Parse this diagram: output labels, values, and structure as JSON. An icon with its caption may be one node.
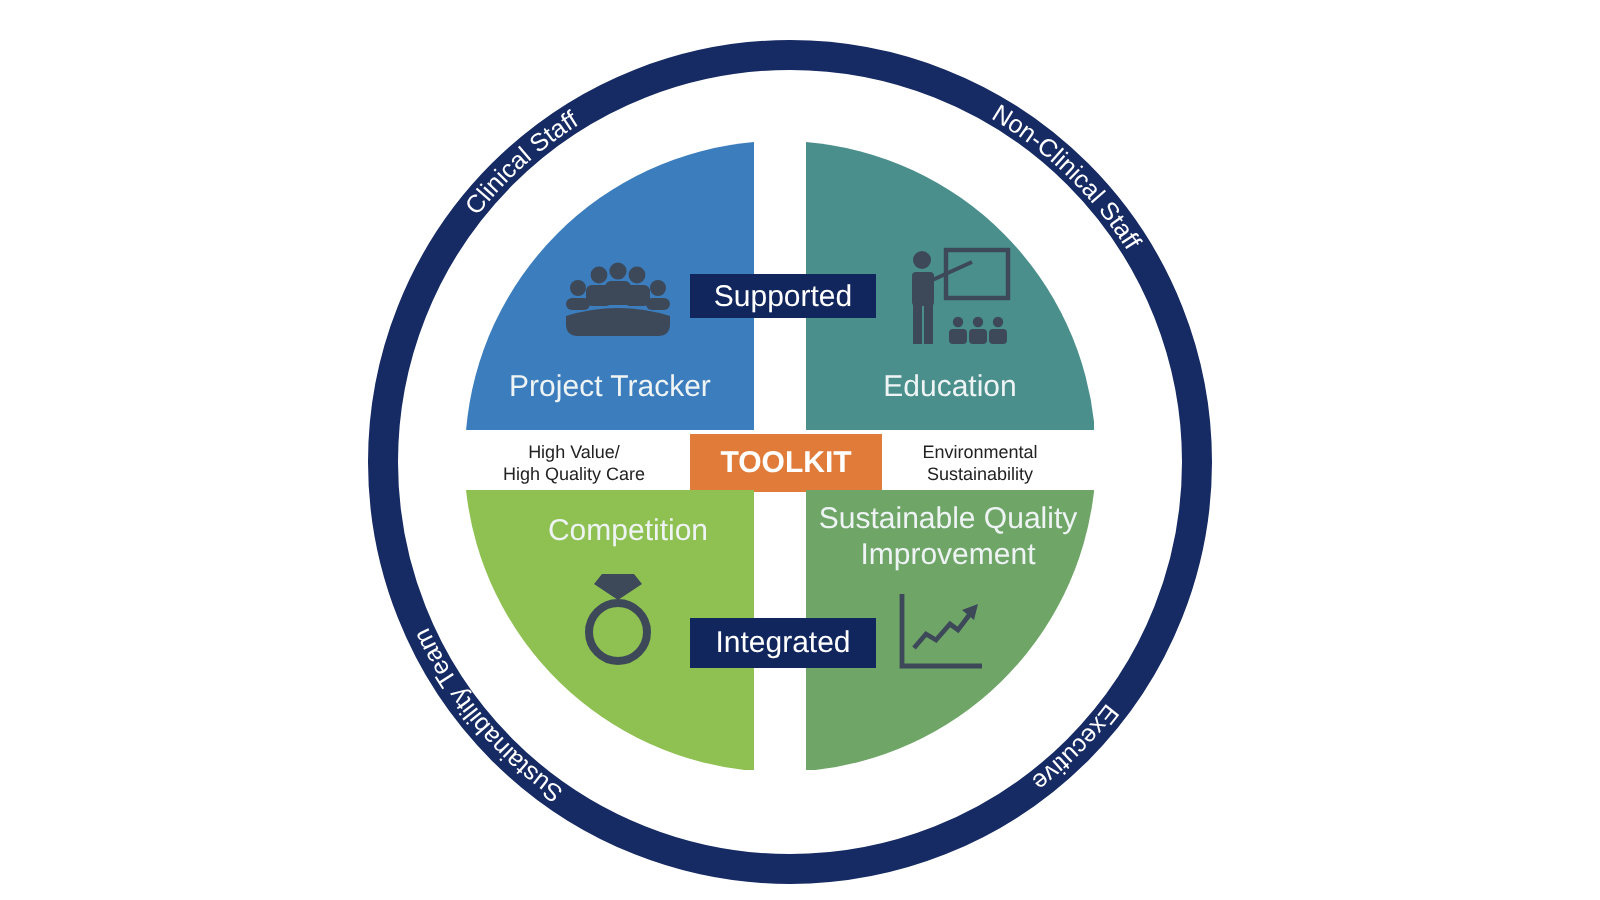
{
  "diagram": {
    "nodes": [
      {
        "text": [
          "Clinical Staff",
          "Non-Clinical Staff",
          "Sustainability Team",
          "Executive"
        ]
      },
      {
        "text": [
          "Project Tracker"
        ],
        "in": 0
      },
      {
        "text": [
          "Education"
        ],
        "in": 0
      },
      {
        "text": [
          "Supported"
        ],
        "in": 0
      },
      {
        "text": [
          "TOOLKIT"
        ],
        "in": 0
      },
      {
        "text": [
          "Competition"
        ],
        "in": 0
      },
      {
        "text": [
          "Sustainable Quality Improvement"
        ],
        "in": 0
      },
      {
        "text": [
          "Integrated"
        ],
        "in": 0
      }
    ],
    "labels": [
      "High Value/ High Quality Care",
      "Environmental Sustainability"
    ]
  }
}
